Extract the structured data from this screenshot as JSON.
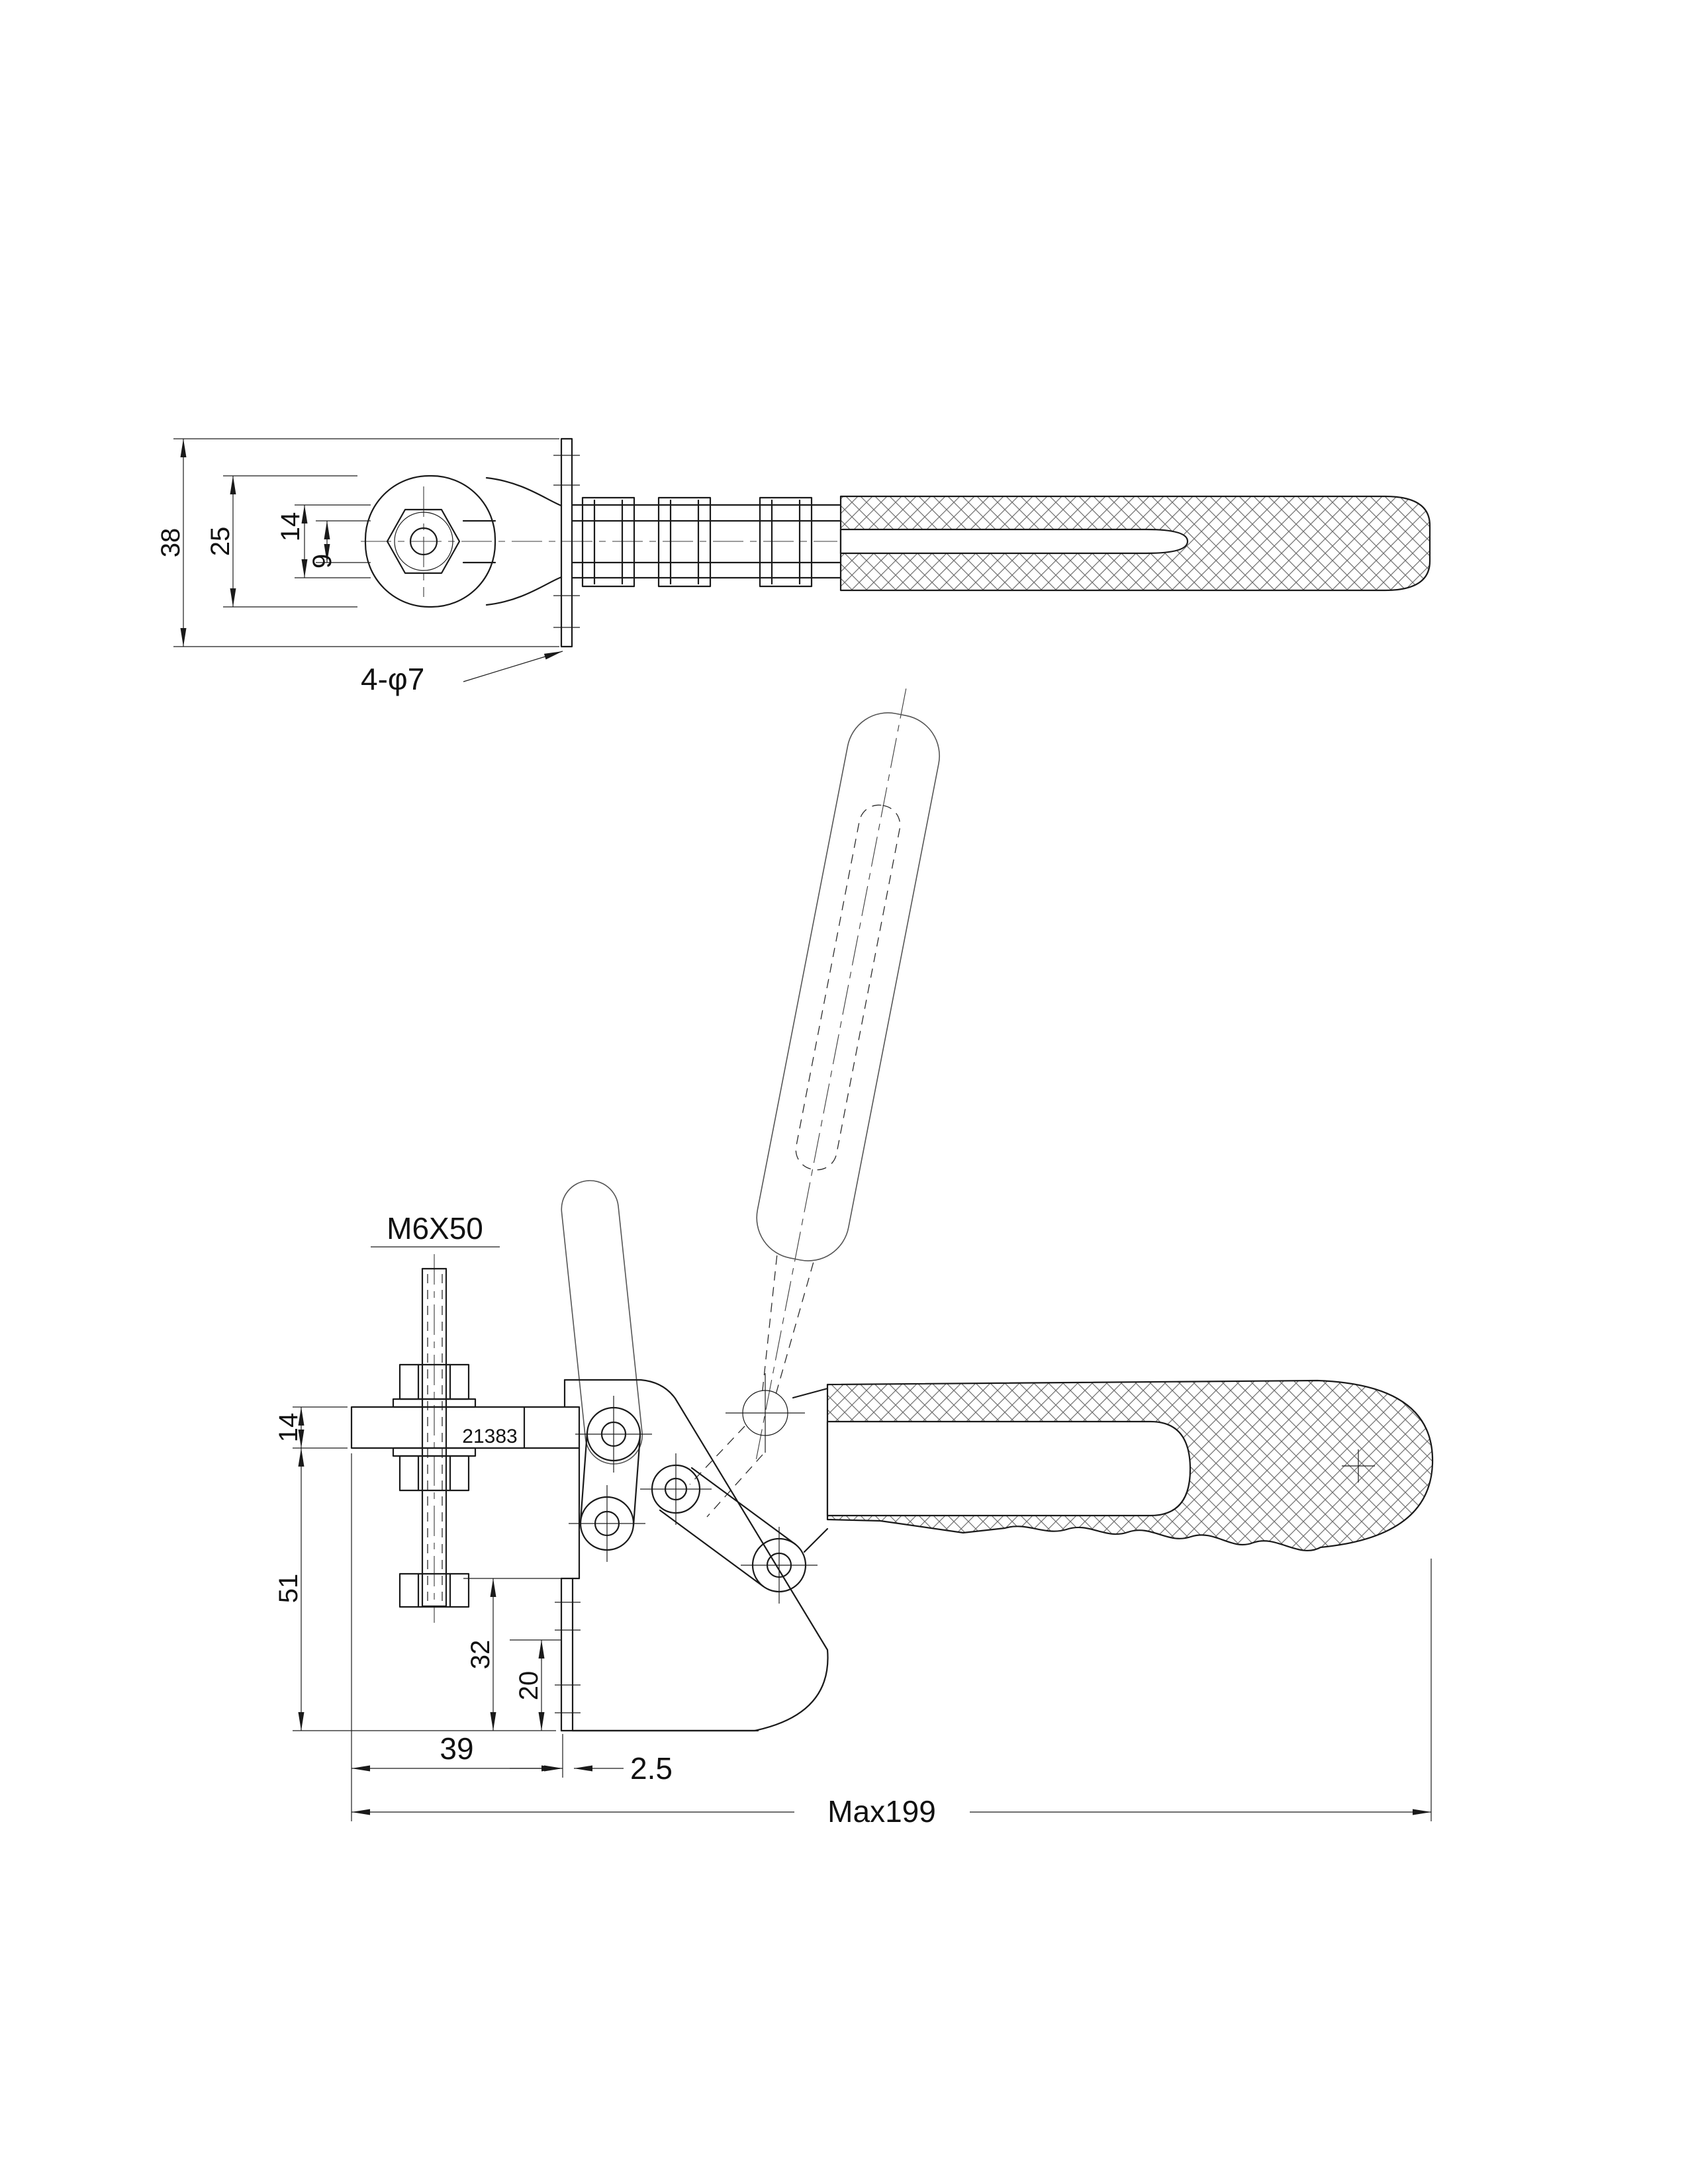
{
  "colors": {
    "background": "#ffffff",
    "line": "#1a1a1a",
    "hatch": "#707070"
  },
  "top_view": {
    "dim_38": "38",
    "dim_25": "25",
    "dim_14": "14",
    "dim_9": "9",
    "holes_label": "4-φ7"
  },
  "side_view": {
    "thread_label": "M6X50",
    "part_number": "21383",
    "dim_14": "14",
    "dim_51": "51",
    "dim_32": "32",
    "dim_20": "20",
    "dim_39": "39",
    "dim_thickness": "2.5",
    "dim_max_length": "Max199"
  }
}
